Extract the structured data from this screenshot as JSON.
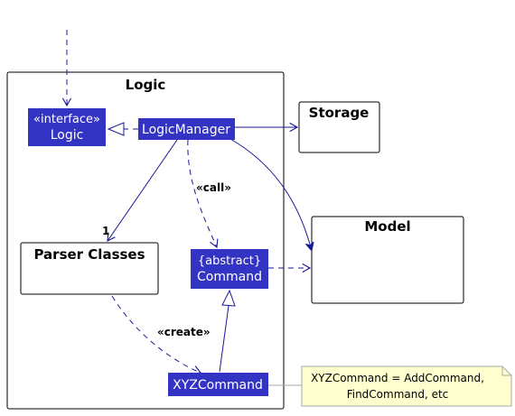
{
  "colors": {
    "class_fill": "#3333c4",
    "edge": "#181896",
    "note_fill": "#fefece",
    "note_border": "#aaaaaa",
    "box_border": "#000000"
  },
  "packages": {
    "logic": {
      "title": "Logic"
    },
    "storage": {
      "title": "Storage"
    },
    "model": {
      "title": "Model"
    },
    "parser_classes": {
      "title": "Parser Classes"
    }
  },
  "classes": {
    "logic_interface": {
      "stereotype": "«interface»",
      "name": "Logic"
    },
    "logic_manager": {
      "name": "LogicManager"
    },
    "command": {
      "stereotype": "{abstract}",
      "name": "Command"
    },
    "xyz_command": {
      "name": "XYZCommand"
    }
  },
  "edges": {
    "call_label": "«call»",
    "create_label": "«create»",
    "parser_multiplicity": "1"
  },
  "note": {
    "line1": "XYZCommand = AddCommand,",
    "line2": "FindCommand, etc"
  }
}
